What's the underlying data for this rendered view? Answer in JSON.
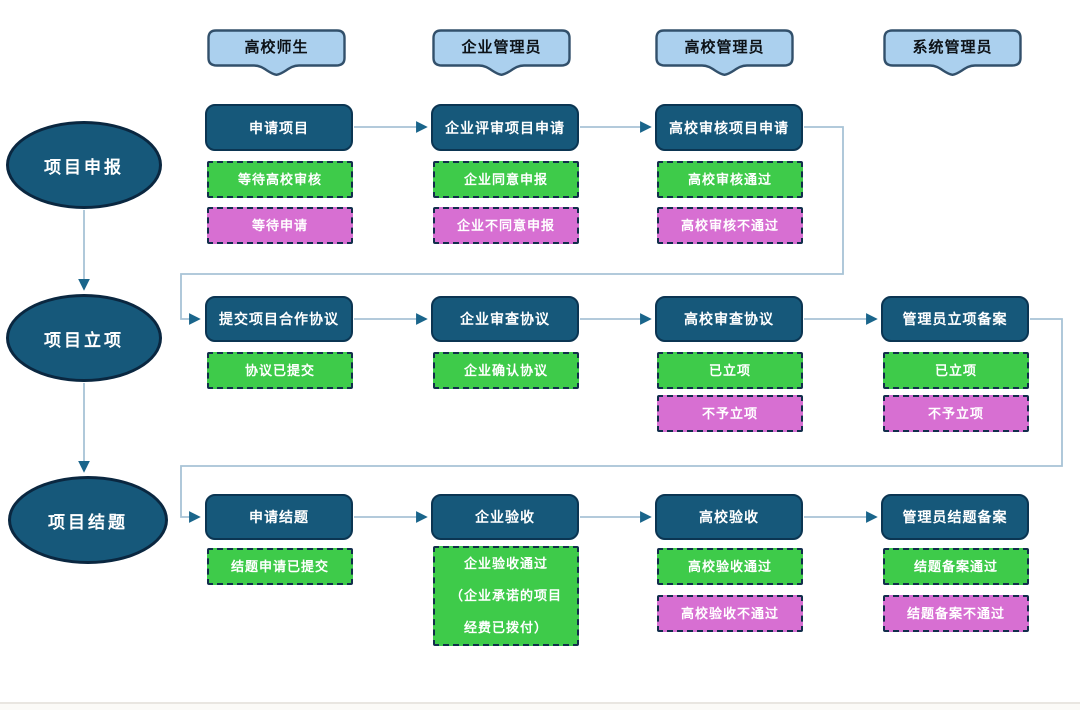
{
  "colors": {
    "canvas": "#ffffff",
    "node-fill": "#16587a",
    "node-border": "#0b3552",
    "oval-border": "#0a2740",
    "badge-fill": "#abd0ee",
    "badge-border": "#32506b",
    "badge-text": "#0d1217",
    "green": "#3ecb4a",
    "magenta": "#d76fd2",
    "dash": "#122e4c",
    "line": "#a8c3d6",
    "arrow": "#1a658b",
    "node-text": "#ffffff",
    "footer-line": "#e9e6e1",
    "footer-fill": "#fbfaf7"
  },
  "lanes": [
    {
      "label": "高校师生"
    },
    {
      "label": "企业管理员"
    },
    {
      "label": "高校管理员"
    },
    {
      "label": "系统管理员"
    }
  ],
  "phases": [
    {
      "label": "项目申报"
    },
    {
      "label": "项目立项"
    },
    {
      "label": "项目结题"
    }
  ],
  "rows": [
    {
      "steps": [
        {
          "title": "申请项目",
          "statuses": [
            {
              "type": "green",
              "text": "等待高校审核"
            },
            {
              "type": "magenta",
              "text": "等待申请"
            }
          ]
        },
        {
          "title": "企业评审项目申请",
          "statuses": [
            {
              "type": "green",
              "text": "企业同意申报"
            },
            {
              "type": "magenta",
              "text": "企业不同意申报"
            }
          ]
        },
        {
          "title": "高校审核项目申请",
          "statuses": [
            {
              "type": "green",
              "text": "高校审核通过"
            },
            {
              "type": "magenta",
              "text": "高校审核不通过"
            }
          ]
        }
      ]
    },
    {
      "steps": [
        {
          "title": "提交项目合作协议",
          "statuses": [
            {
              "type": "green",
              "text": "协议已提交"
            }
          ]
        },
        {
          "title": "企业审查协议",
          "statuses": [
            {
              "type": "green",
              "text": "企业确认协议"
            }
          ]
        },
        {
          "title": "高校审查协议",
          "statuses": [
            {
              "type": "green",
              "text": "已立项"
            },
            {
              "type": "magenta",
              "text": "不予立项"
            }
          ]
        },
        {
          "title": "管理员立项备案",
          "statuses": [
            {
              "type": "green",
              "text": "已立项"
            },
            {
              "type": "magenta",
              "text": "不予立项"
            }
          ]
        }
      ]
    },
    {
      "steps": [
        {
          "title": "申请结题",
          "statuses": [
            {
              "type": "green",
              "text": "结题申请已提交"
            }
          ]
        },
        {
          "title": "企业验收",
          "statuses": [
            {
              "type": "green",
              "text": "企业验收通过\n（企业承诺的项目\n经费已拨付）"
            }
          ]
        },
        {
          "title": "高校验收",
          "statuses": [
            {
              "type": "green",
              "text": "高校验收通过"
            },
            {
              "type": "magenta",
              "text": "高校验收不通过"
            }
          ]
        },
        {
          "title": "管理员结题备案",
          "statuses": [
            {
              "type": "green",
              "text": "结题备案通过"
            },
            {
              "type": "magenta",
              "text": "结题备案不通过"
            }
          ]
        }
      ]
    }
  ]
}
